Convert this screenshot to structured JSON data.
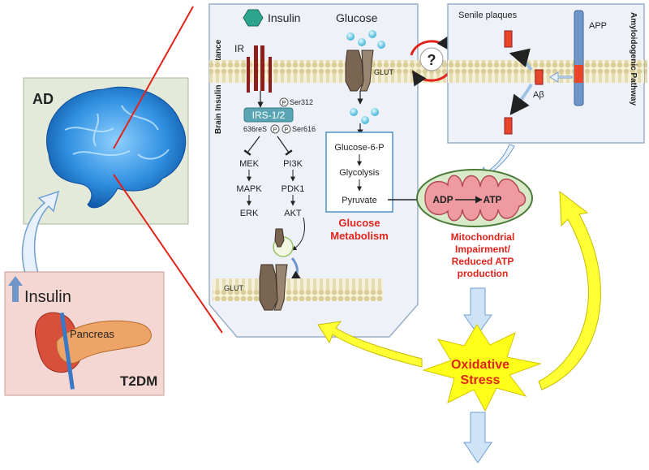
{
  "ad_box": {
    "label": "AD"
  },
  "t2dm_box": {
    "insulin_label": "Insulin",
    "pancreas_label": "Pancreas",
    "t2dm_label": "T2DM"
  },
  "insulin_panel": {
    "side_title": "Brain Insulin Resistance",
    "insulin_label": "Insulin",
    "glucose_label": "Glucose",
    "ir_label": "IR",
    "glut_top_label": "GLUT",
    "glut_bottom_label": "GLUT",
    "irs_label": "IRS-1/2",
    "p_ser312": "Ser312",
    "p_ser616": "Ser616",
    "p_ser636": "636reS",
    "p_symbol": "P",
    "mek": "MEK",
    "mapk": "MAPK",
    "erk": "ERK",
    "pi3k": "PI3K",
    "pdk1": "PDK1",
    "akt": "AKT"
  },
  "glucose_metabolism": {
    "steps": [
      "Glucose-6-P",
      "Glycolysis",
      "Pyruvate"
    ],
    "title_line1": "Glucose",
    "title_line2": "Metabolism"
  },
  "amyloid_panel": {
    "side_title": "Amyloidogenic Pathway",
    "plaques_label": "Senile plaques",
    "app_label": "APP",
    "abeta_label": "Aβ"
  },
  "crosstalk": {
    "question": "?"
  },
  "mitochondria": {
    "adp": "ADP",
    "atp": "ATP",
    "impairment_line1": "Mitochondrial",
    "impairment_line2": "Impairment/",
    "impairment_line3": "Reduced ATP",
    "impairment_line4": "production"
  },
  "oxidative_stress": {
    "line1": "Oxidative",
    "line2": "Stress"
  },
  "colors": {
    "membrane": "#efe7c4",
    "receptor": "#8c1e1e",
    "irs_box": "#5aa5b4",
    "glut": "#7a6552",
    "app": "#6f95c9",
    "abeta": "#e8452a",
    "mito_outer": "#d8eac8",
    "mito_inner": "#ef9aa1",
    "burst": "#ffff1a",
    "accent_red": "#e0241b",
    "arrow_blue": "#bcd6ef"
  }
}
